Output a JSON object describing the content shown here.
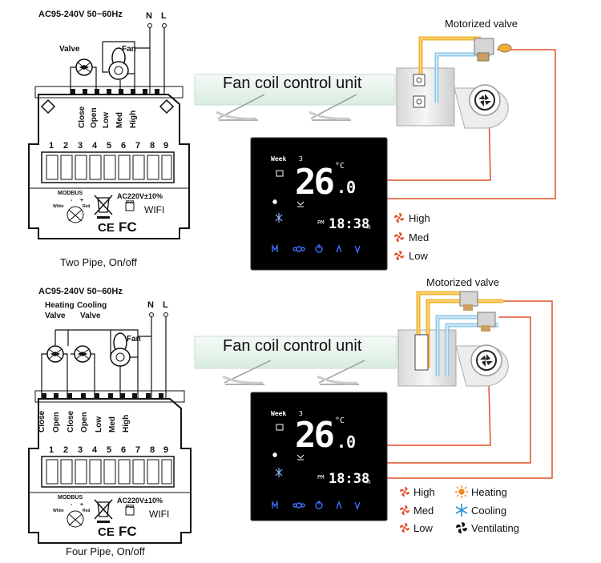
{
  "top": {
    "supply": "AC95-240V  50~60Hz",
    "n": "N",
    "l": "L",
    "valve_label": "Valve",
    "fan_label": "Fan",
    "wire_labels": [
      "Close",
      "Open",
      "Low",
      "Med",
      "High"
    ],
    "terminals": [
      "1",
      "2",
      "3",
      "4",
      "5",
      "6",
      "7",
      "8",
      "9"
    ],
    "modbus": "MODBUS",
    "modbus_pins": [
      "-",
      "+",
      "White",
      "Red"
    ],
    "ac_rating": "AC220V±10%",
    "ip": "IP20",
    "wifi": "WIFI",
    "ce": "CE",
    "fc": "FC",
    "caption": "Two Pipe, On/off",
    "unit_title": "Fan coil control unit",
    "valve_title": "Motorized valve",
    "display": {
      "week": "Week",
      "day": "3",
      "temp": "26",
      "decimal": ".0",
      "unit": "°C",
      "pm": "PM",
      "time": "18:38",
      "h": "h"
    },
    "legend": [
      "High",
      "Med",
      "Low"
    ]
  },
  "bottom": {
    "supply": "AC95-240V  50~60Hz",
    "n": "N",
    "l": "L",
    "heating_valve_label": [
      "Heating",
      "Valve"
    ],
    "cooling_valve_label": [
      "Cooling",
      "Valve"
    ],
    "fan_label": "Fan",
    "wire_labels": [
      "Close",
      "Open",
      "Close",
      "Open",
      "Low",
      "Med",
      "High"
    ],
    "terminals": [
      "1",
      "2",
      "3",
      "4",
      "5",
      "6",
      "7",
      "8",
      "9"
    ],
    "modbus": "MODBUS",
    "modbus_pins": [
      "-",
      "+",
      "White",
      "Red"
    ],
    "ac_rating": "AC220V±10%",
    "ip": "IP20",
    "wifi": "WIFI",
    "ce": "CE",
    "fc": "FC",
    "caption": "Four Pipe, On/off",
    "unit_title": "Fan coil control unit",
    "valve_title": "Motorized valve",
    "display": {
      "week": "Week",
      "day": "3",
      "temp": "26",
      "decimal": ".0",
      "unit": "°C",
      "pm": "PM",
      "time": "18:38",
      "h": "h"
    },
    "legend_fan": [
      "High",
      "Med",
      "Low"
    ],
    "legend_mode": [
      "Heating",
      "Cooling",
      "Ventilating"
    ]
  },
  "colors": {
    "wire_orange": "#e0502a",
    "pipe_yellow": "#f0b030",
    "pipe_blue": "#8ec8e8",
    "panel_bg": "#000000",
    "button_blue": "#3d6fff",
    "glass": "#e4f2ea"
  }
}
